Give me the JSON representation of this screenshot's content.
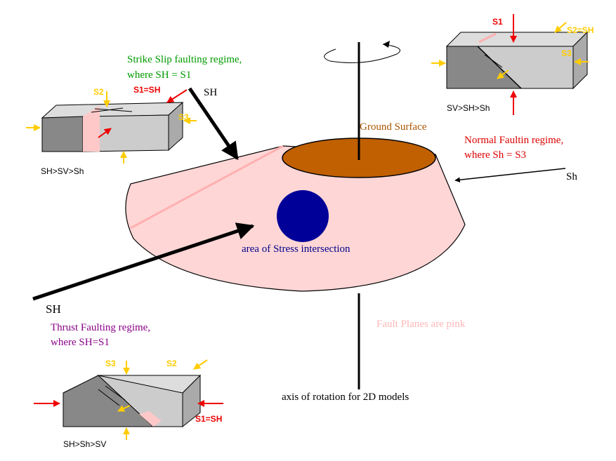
{
  "labels": {
    "strike_slip_line1": "Strike Slip faulting regime,",
    "strike_slip_line2": "where SH = S1",
    "sh_top": "SH",
    "ground_surface": "Ground Surface",
    "normal_line1": "Normal Faultin regime,",
    "normal_line2": "where Sh = S3",
    "sh_small_right": "Sh",
    "stress_area": "area of Stress intersection",
    "sh_bottom_left": "SH",
    "thrust_line1": "Thrust Faulting regime,",
    "thrust_line2": "where SH=S1",
    "fault_planes": "Fault Planes are pink",
    "axis_rotation": "axis of rotation for 2D models"
  },
  "block_strike_slip": {
    "s2": "S2",
    "s1": "S1=SH",
    "s3": "S3",
    "caption": "SH>SV>Sh"
  },
  "block_normal": {
    "s1": "S1",
    "s2": "S2=SH",
    "s3": "S3",
    "caption": "SV>SH>Sh"
  },
  "block_thrust": {
    "s3": "S3",
    "s2": "S2",
    "s1": "S1=SH",
    "caption": "SH>Sh>SV"
  },
  "colors": {
    "strike_slip_text": "#009900",
    "normal_text": "#dd0000",
    "thrust_text": "#880088",
    "ground_text": "#aa5500",
    "stress_text": "#000088",
    "fault_text": "#ffb6b6",
    "pink_fault": "#ffd6d6",
    "ground_fill": "#c06000",
    "stress_fill": "#000099",
    "block_light": "#cccccc",
    "block_dark": "#888888",
    "arrow_yellow": "#ffcc00",
    "arrow_red": "#ee0000"
  }
}
